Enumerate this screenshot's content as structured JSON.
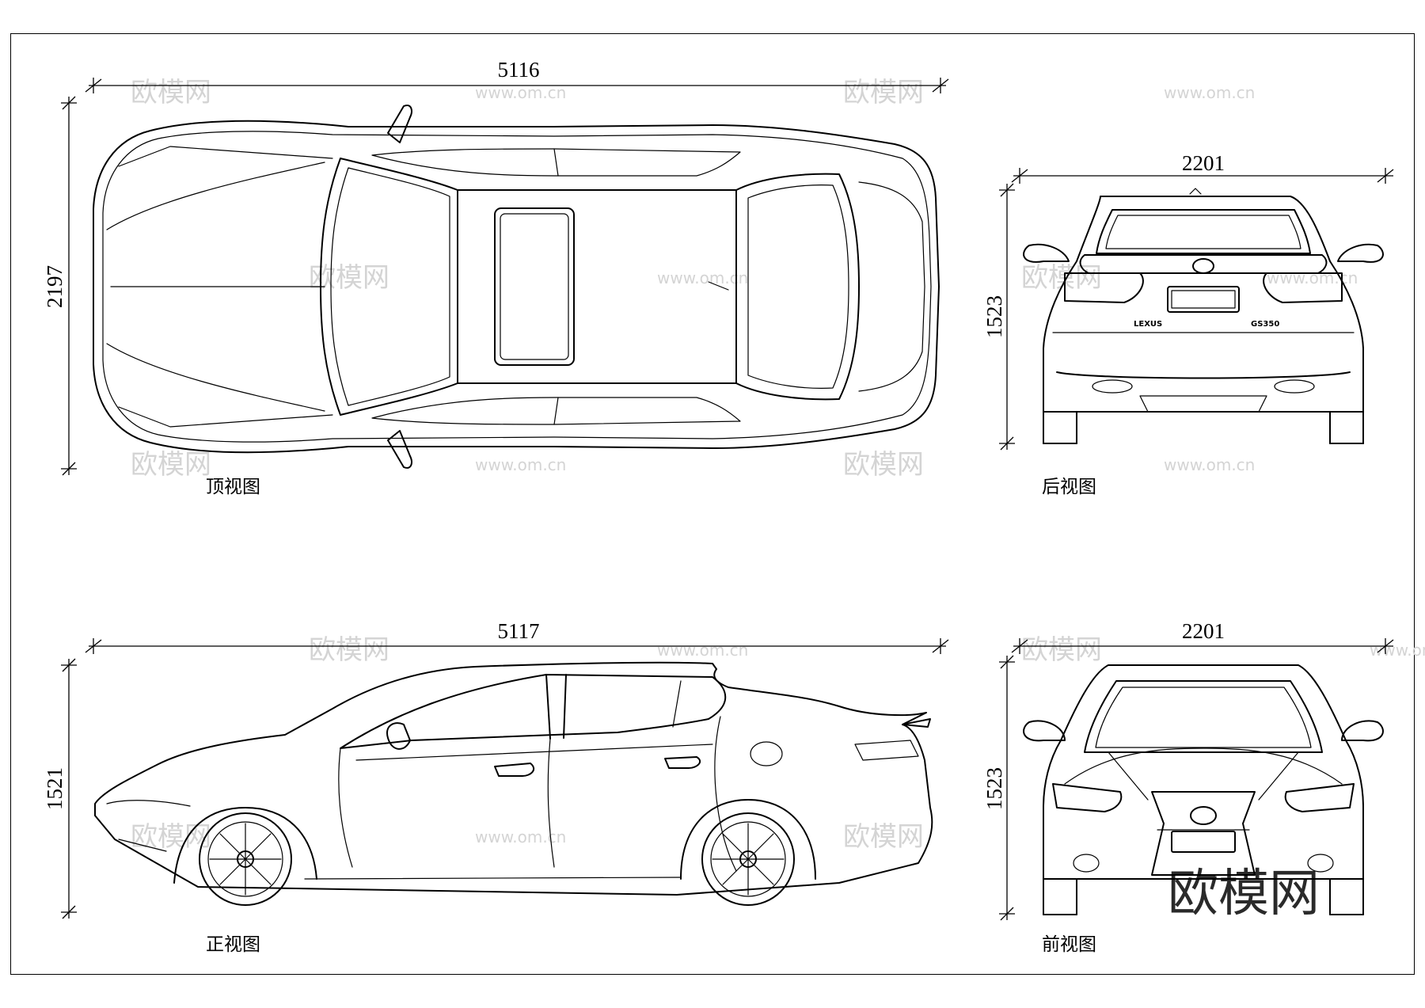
{
  "views": {
    "top": {
      "caption": "顶视图",
      "length": "5116",
      "width": "2197"
    },
    "rear": {
      "caption": "后视图",
      "width": "2201",
      "height": "1523",
      "badge_left": "LEXUS",
      "badge_right": "GS350"
    },
    "side": {
      "caption": "正视图",
      "length": "5117",
      "height": "1521"
    },
    "front": {
      "caption": "前视图",
      "width": "2201",
      "height": "1523"
    }
  },
  "watermark": {
    "brand": "欧模网",
    "url": "www.om.cn"
  }
}
